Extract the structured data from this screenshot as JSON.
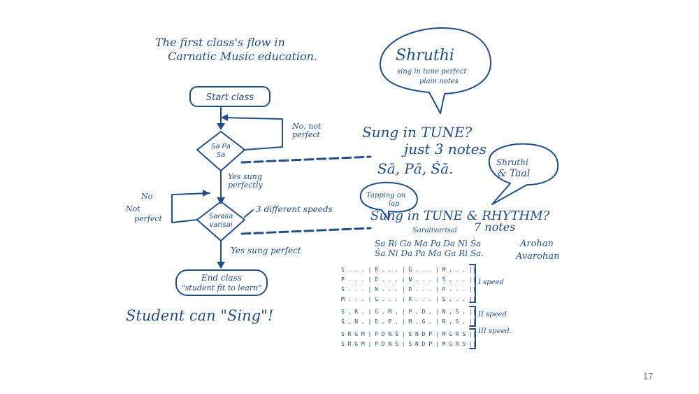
{
  "title_line1": "The first class's flow in",
  "title_line2": "Carnatic Music education.",
  "flow": {
    "start": "Start class",
    "decision1_l1": "Sa Pa",
    "decision1_l2": "Sa",
    "no_not_perfect_l1": "No, not",
    "no_not_perfect_l2": "perfect",
    "yes_sung_perfectly_l1": "Yes sung",
    "yes_sung_perfectly_l2": "perfectly",
    "decision2_l1": "Saralia",
    "decision2_l2": "varisai",
    "three_speeds": "3 different speeds",
    "no_l1": "No",
    "not_perfect_l1": "Not",
    "not_perfect_l2": "perfect",
    "yes_sung_perfect": "Yes sung perfect",
    "end_l1": "End class",
    "end_l2": "\"student fit to learn\"",
    "student_can_sing": "Student can \"Sing\"!"
  },
  "shruthi_bubble": {
    "title": "Shruthi",
    "line1": "sing in tune perfect",
    "line2": "plain notes"
  },
  "notes_block": {
    "sung_in_tune": "Sung in TUNE?",
    "just_3_notes": "just 3 notes",
    "sa_pa_sa": "Sā, Pā, Ṡā."
  },
  "shruthi_taal_bubble": {
    "line1": "Shruthi",
    "line2": "& Taal"
  },
  "tapping_bubble": {
    "line1": "Tapping on",
    "line2": "lap"
  },
  "rhythm_block": {
    "sung_in_tune_rhythm": "Sung in TUNE & RHYTHM?",
    "sarali_varisai": "Saralivarisai",
    "seven_notes": "7 notes",
    "arohan_notes": "Sa Ri Ga Ma Pa Da Ni Ṡa",
    "avarohan_notes": "Ṡa Ni Da Pa Ma Ga Ri Sa.",
    "arohan": "Arohan",
    "avarohan": "Avarohan"
  },
  "speed_rows": {
    "speed1_rows": [
      "S . . . | R . . . | G . . . | M . . . ||",
      "P . . . | D . . . | N . . . | Ṡ . . . ||",
      "Ṡ . . . | N . . . | D . . . | P . . . ||",
      "M . . . | G . . . | R . . . | S . . . ||"
    ],
    "speed1_label": "I speed",
    "speed2_rows": [
      "S , R , | G , M , | P , D , | N , Ṡ , ||",
      "Ṡ , N , | D , P , | M , G , | R , S , ||"
    ],
    "speed2_label": "II speed",
    "speed3_rows": [
      "S R G M | P D N Ṡ | Ṡ N D P | M G R S ||",
      "S R G M | P D N Ṡ | Ṡ N D P | M G R S ||"
    ],
    "speed3_label": "III speed."
  },
  "page_number": "17"
}
